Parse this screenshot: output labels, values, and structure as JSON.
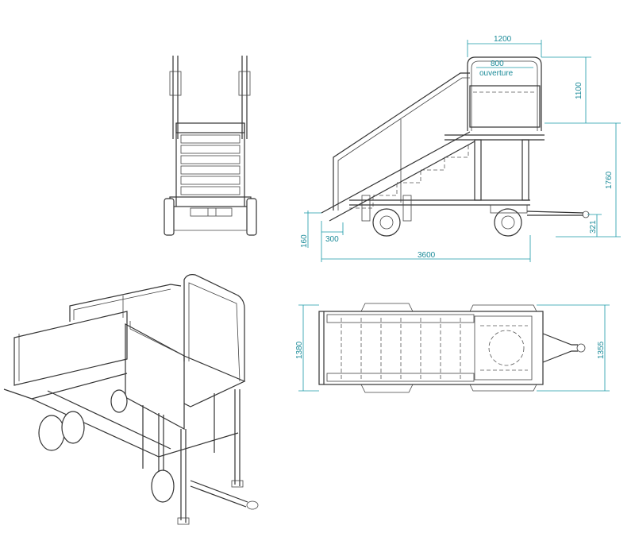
{
  "dimensions": {
    "platform_width": "1200",
    "opening_width": "800",
    "opening_label": "ouverture",
    "rail_height": "1100",
    "platform_height": "1760",
    "hitch_height": "321",
    "first_step_height": "160",
    "first_step_depth": "300",
    "overall_length": "3600",
    "stair_width": "1380",
    "axle_width": "1355"
  },
  "colors": {
    "drawing_lines": "#333333",
    "dimension_lines": "#1a9aa8"
  }
}
